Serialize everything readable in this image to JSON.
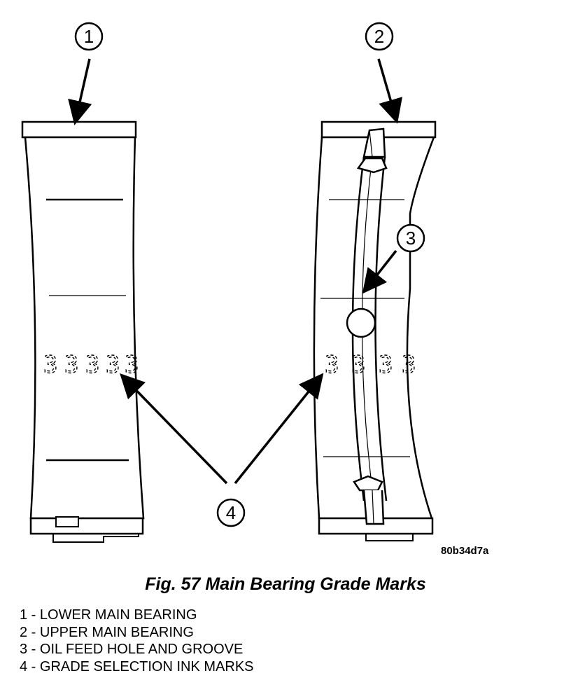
{
  "callouts": {
    "c1": "1",
    "c2": "2",
    "c3": "3",
    "c4": "4"
  },
  "ink_marks": {
    "lower": [
      "3",
      "3",
      "3",
      "3",
      "3"
    ],
    "upper": [
      "3",
      "3",
      "3",
      "3"
    ]
  },
  "reference_code": "80b34d7a",
  "caption": "Fig. 57 Main Bearing Grade Marks",
  "legend": [
    "1 - LOWER MAIN BEARING",
    "2 - UPPER MAIN BEARING",
    "3 - OIL FEED HOLE AND GROOVE",
    "4 - GRADE SELECTION INK MARKS"
  ]
}
